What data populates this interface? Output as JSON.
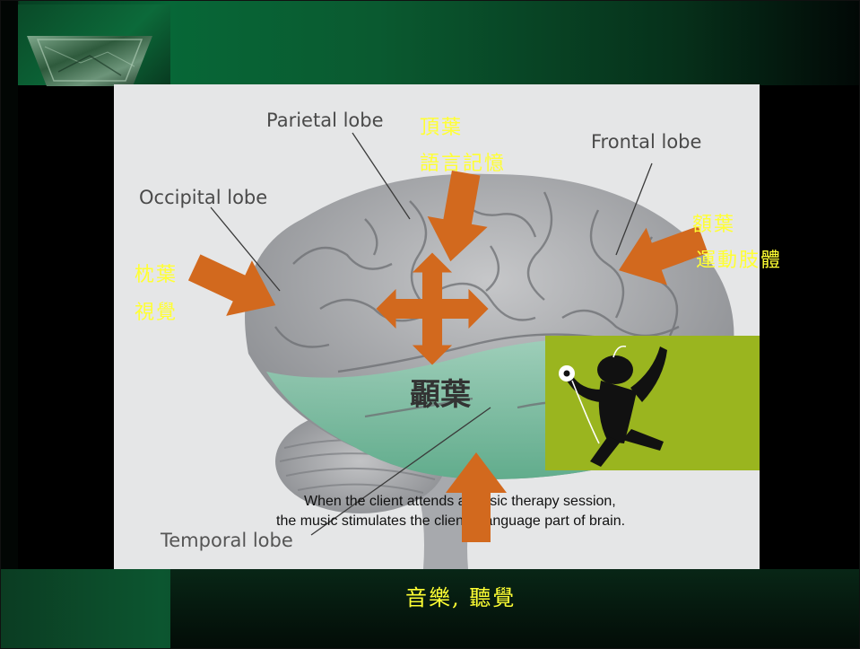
{
  "labels": {
    "parietal_en": "Parietal lobe",
    "frontal_en": "Frontal lobe",
    "occipital_en": "Occipital lobe",
    "temporal_en": "Temporal lobe",
    "parietal_cn": "頂葉",
    "parietal_fn": "語言記憶",
    "frontal_cn": "額葉",
    "frontal_fn": "運動肢體",
    "occipital_cn": "枕葉",
    "occipital_fn": "視覺",
    "temporal_cn": "顳葉",
    "auditory": "音樂, 聽覺"
  },
  "caption": {
    "line1": "When the client attends a music therapy session,",
    "line2": "the music stimulates the client's language part of brain."
  },
  "colors": {
    "arrow": "#d2691e",
    "highlight_text": "#ffff33",
    "temporal_tint": "#7fc7a7",
    "music_panel": "#9ab51f",
    "slide_green": "#076737"
  },
  "icons": {
    "arrow_right": "arrow-right-icon",
    "arrow_down": "arrow-down-icon",
    "arrow_left": "arrow-left-icon",
    "arrow_up": "arrow-up-icon",
    "four_way": "four-way-arrow-icon",
    "listener": "music-listener-icon"
  }
}
